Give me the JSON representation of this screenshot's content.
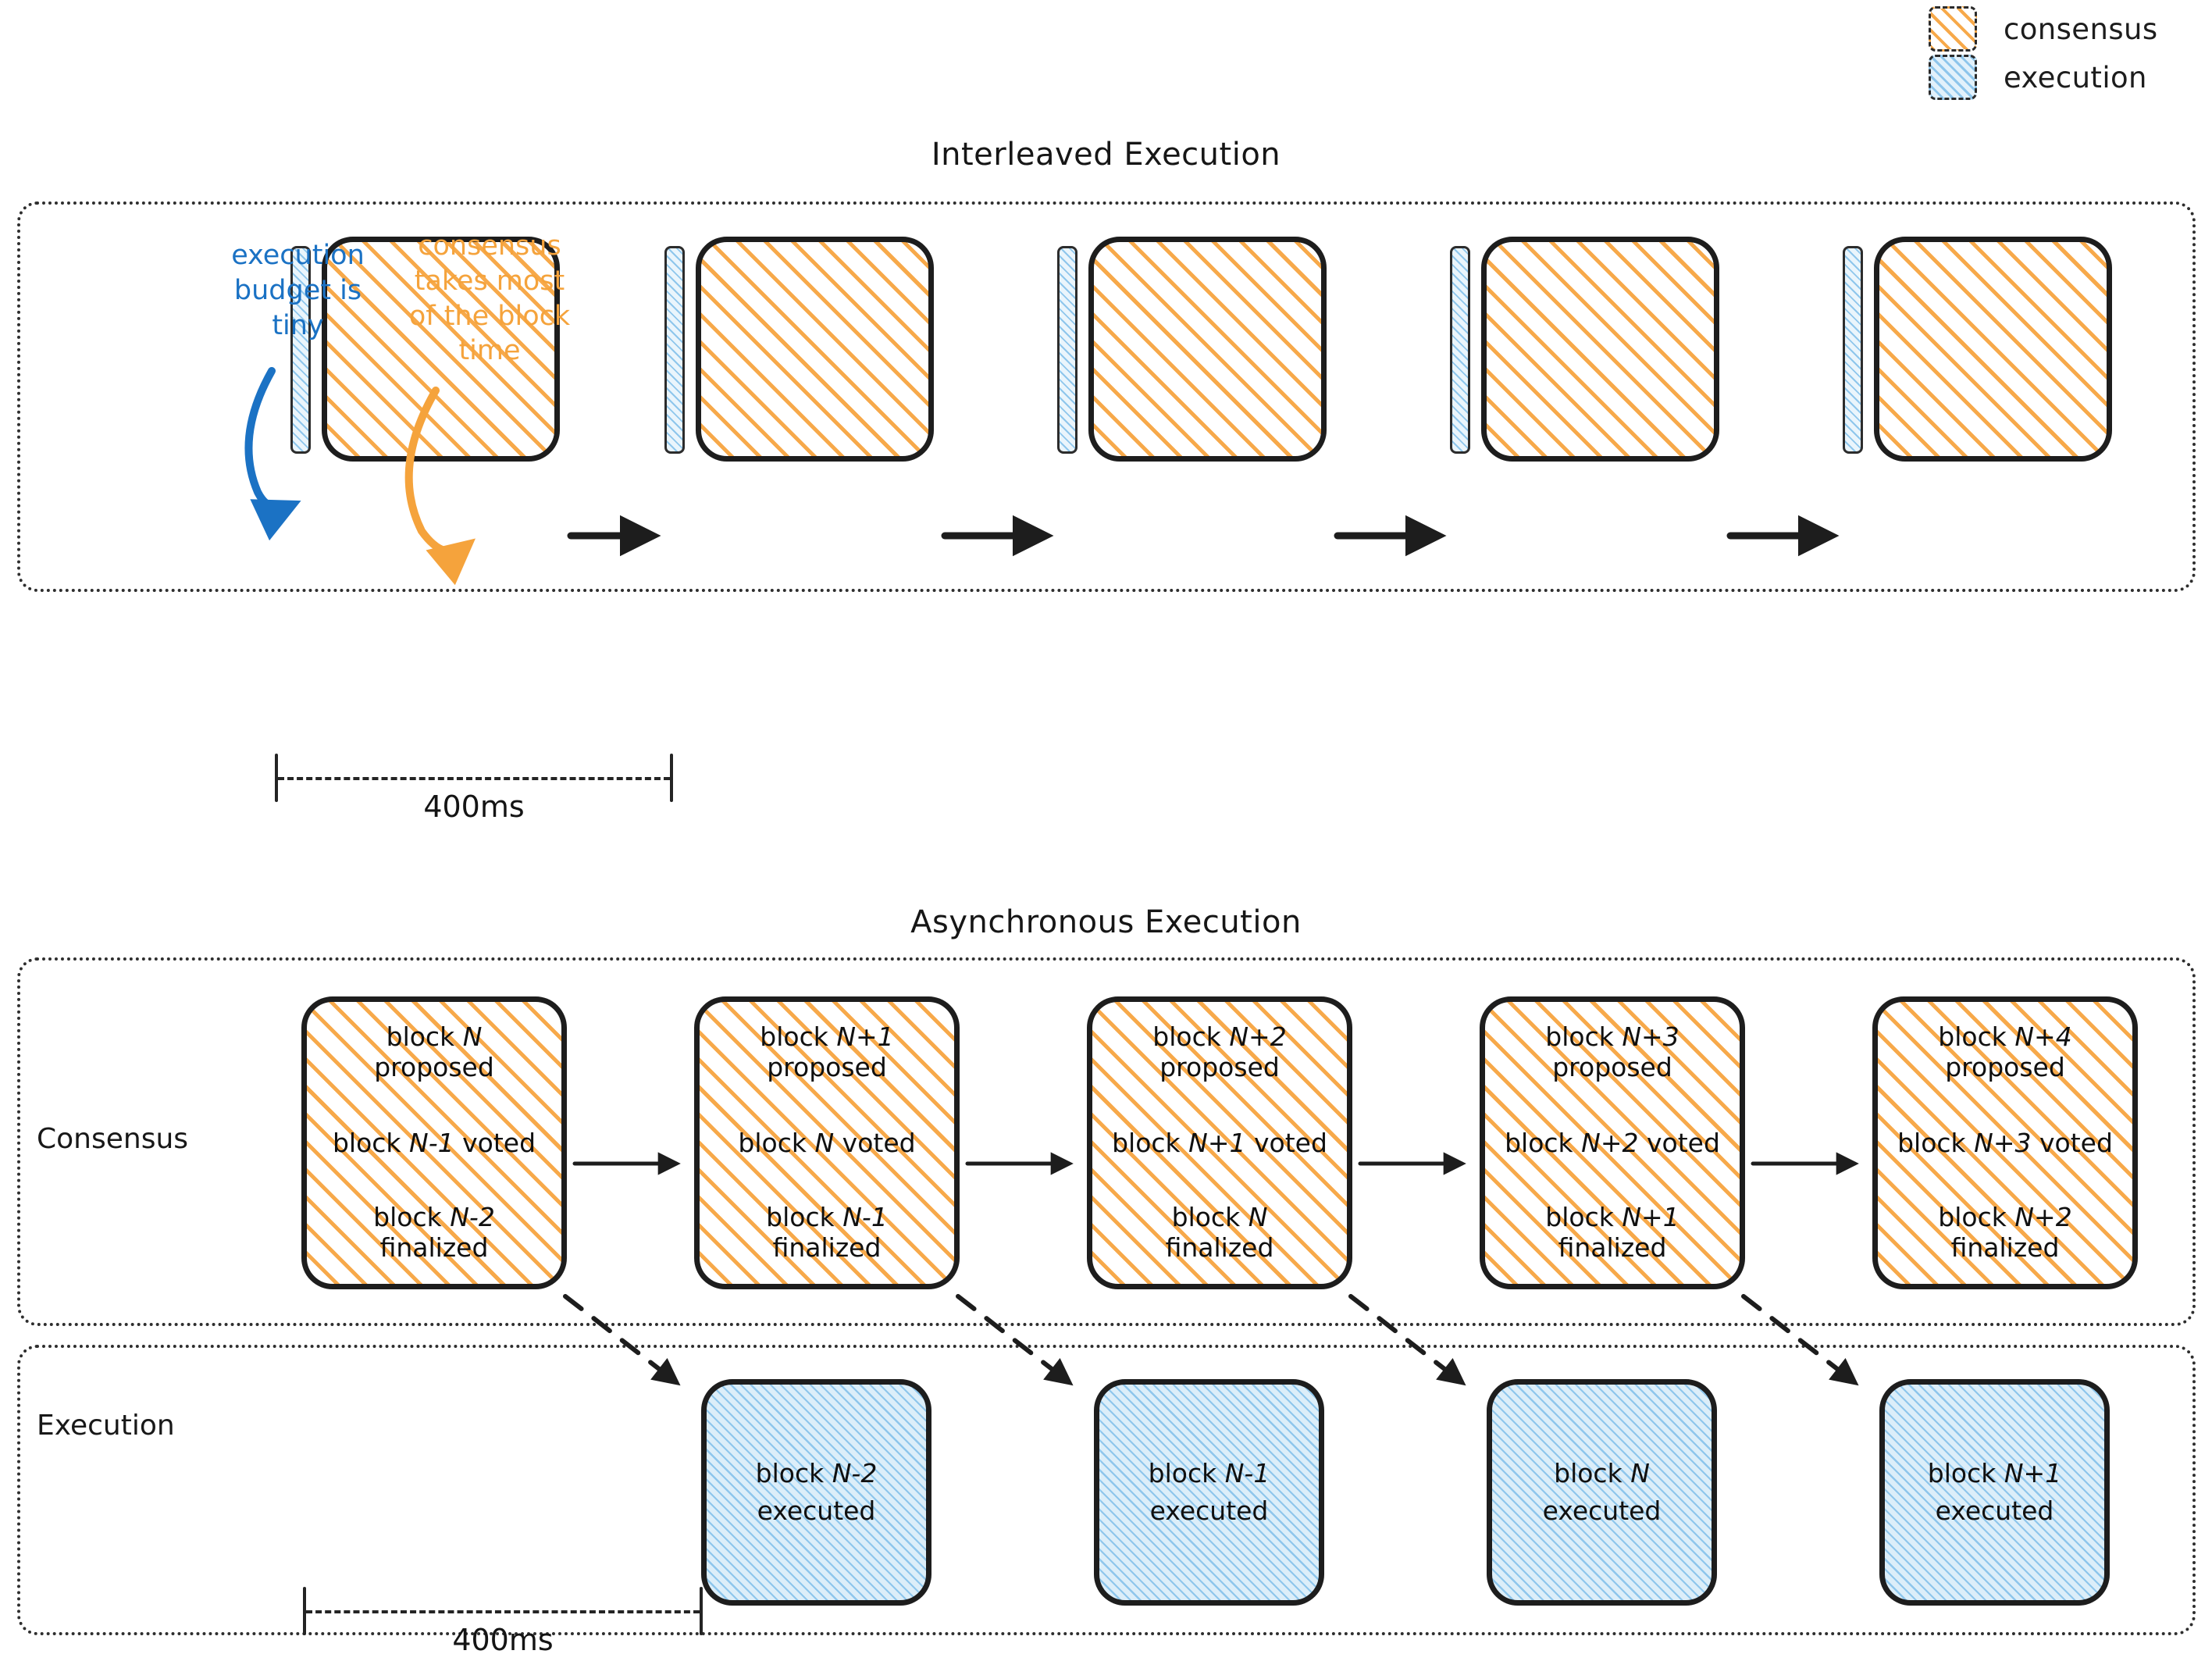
{
  "legend": {
    "items": [
      {
        "label": "consensus",
        "swatch": "consensus-swatch",
        "color": "#f7a94a"
      },
      {
        "label": "execution",
        "swatch": "execution-swatch",
        "color": "#8ec6ec"
      }
    ]
  },
  "sections": {
    "interleaved": {
      "title": "Interleaved Execution",
      "annotations": {
        "execution": {
          "text": "execution budget is tiny",
          "color": "#1b72c4"
        },
        "consensus": {
          "text": "consensus takes most of the block time",
          "color": "#f5a33c"
        }
      },
      "ruler": {
        "label": "400ms"
      },
      "blocks": [
        {
          "execution": "execution-slot",
          "consensus": "consensus-slot"
        },
        {
          "execution": "execution-slot",
          "consensus": "consensus-slot"
        },
        {
          "execution": "execution-slot",
          "consensus": "consensus-slot"
        },
        {
          "execution": "execution-slot",
          "consensus": "consensus-slot"
        },
        {
          "execution": "execution-slot",
          "consensus": "consensus-slot"
        }
      ]
    },
    "asynchronous": {
      "title": "Asynchronous Execution",
      "ruler": {
        "label": "400ms"
      },
      "rows": {
        "consensus": {
          "label": "Consensus",
          "cards": [
            {
              "proposed": "block N proposed",
              "voted": "block N-1 voted",
              "finalized": "block N-2 finalized"
            },
            {
              "proposed": "block N+1 proposed",
              "voted": "block N voted",
              "finalized": "block N-1 finalized"
            },
            {
              "proposed": "block N+2 proposed",
              "voted": "block N+1 voted",
              "finalized": "block N finalized"
            },
            {
              "proposed": "block N+3 proposed",
              "voted": "block N+2 voted",
              "finalized": "block N+1 finalized"
            },
            {
              "proposed": "block N+4 proposed",
              "voted": "block N+3 voted",
              "finalized": "block N+2 finalized"
            }
          ]
        },
        "execution": {
          "label": "Execution",
          "cards": [
            {
              "line1": "block N-2",
              "line2": "executed"
            },
            {
              "line1": "block N-1",
              "line2": "executed"
            },
            {
              "line1": "block N",
              "line2": "executed"
            },
            {
              "line1": "block N+1",
              "line2": "executed"
            }
          ]
        }
      }
    }
  },
  "colors": {
    "consensus": "#f7a94a",
    "execution_stroke": "#8ec6ec",
    "execution_fill": "#dceef9",
    "ink": "#1d1d1d",
    "blue_annotation": "#1b72c4",
    "orange_annotation": "#f5a33c"
  }
}
